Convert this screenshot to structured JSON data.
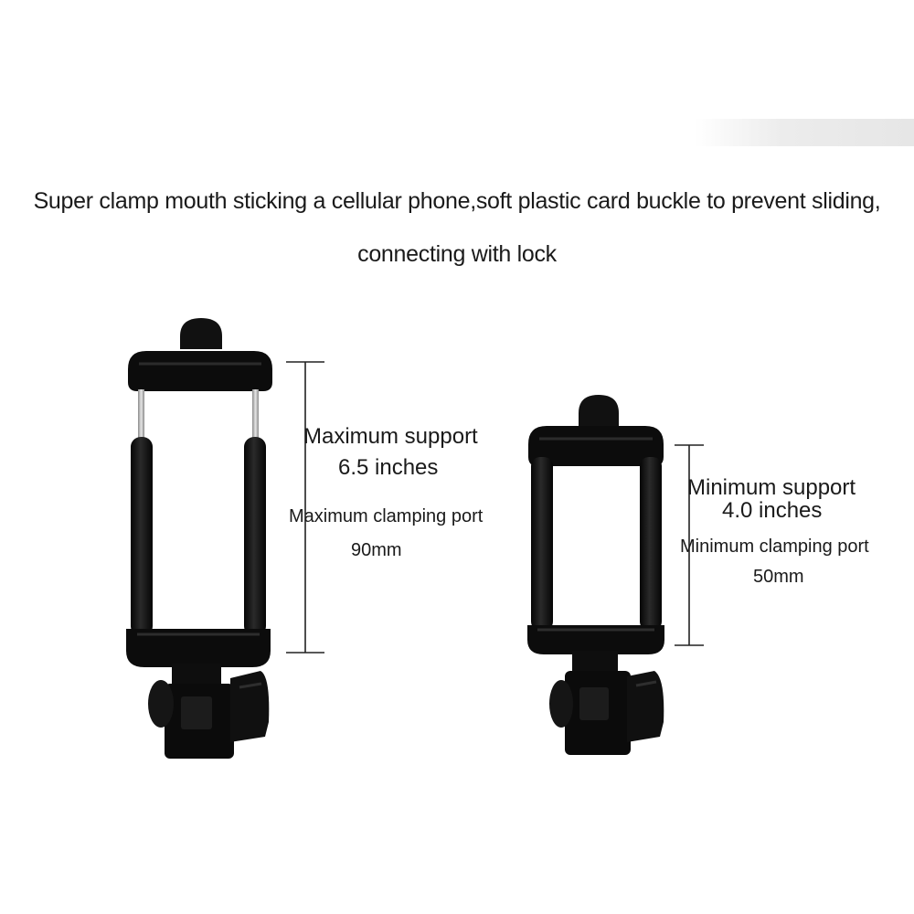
{
  "caption": {
    "line1": "Super clamp mouth sticking a cellular phone,soft plastic card buckle to prevent sliding,",
    "line2": "connecting with lock"
  },
  "left_clamp": {
    "support_title": "Maximum support",
    "support_size": "6.5 inches",
    "port_title": "Maximum clamping port",
    "port_size": "90mm"
  },
  "right_clamp": {
    "support_title": "Minimum support",
    "support_size": "4.0 inches",
    "port_title": "Minimum clamping port",
    "port_size": "50mm"
  },
  "colors": {
    "clamp": "#0c0c0c",
    "metal": "#c9c9c9",
    "text": "#1a1a1a"
  }
}
